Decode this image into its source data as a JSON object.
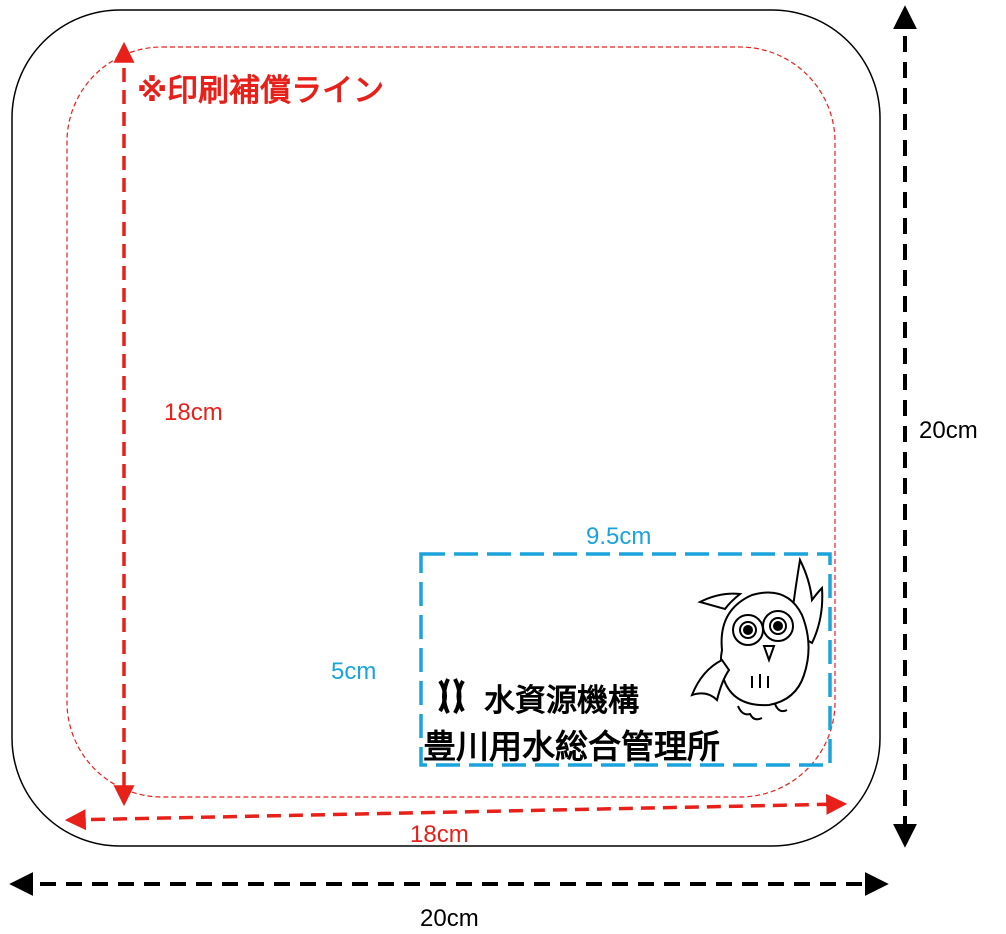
{
  "notice": "※印刷補償ライン",
  "dimensions": {
    "outer_width": "20cm",
    "outer_height": "20cm",
    "print_width": "18cm",
    "print_height": "18cm",
    "logo_width": "9.5cm",
    "logo_height": "5cm"
  },
  "logo": {
    "org_name": "水資源機構",
    "office_name": "豊川用水総合管理所"
  },
  "colors": {
    "outline": "#000000",
    "print_line": "#e8201a",
    "logo_area": "#1aa3dc"
  },
  "icons": [
    "org-mark-icon",
    "owl-mascot-icon"
  ]
}
